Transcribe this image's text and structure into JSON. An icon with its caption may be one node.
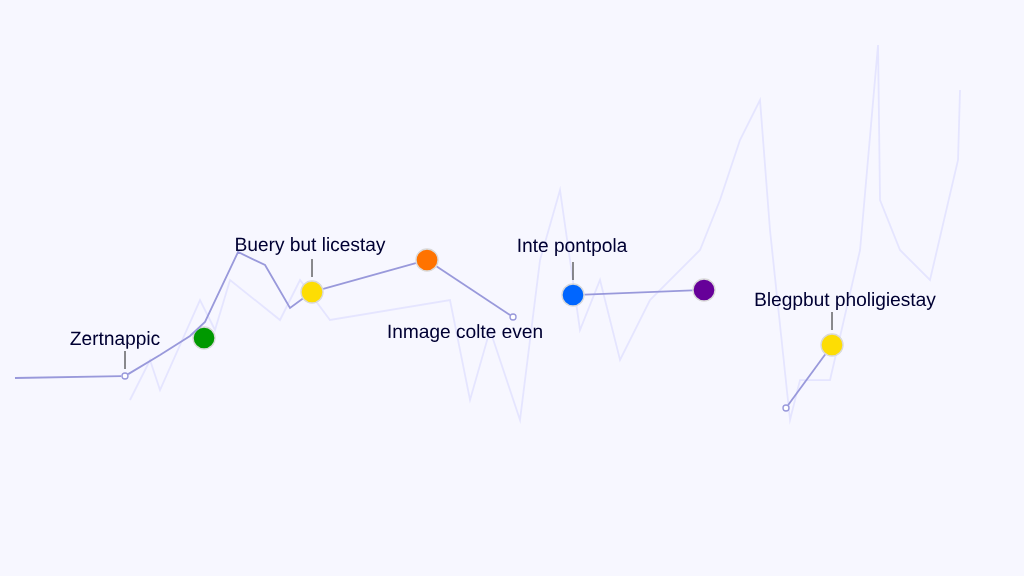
{
  "diagram": {
    "nodes": [
      {
        "text": [
          "Zertnappic"
        ]
      },
      {
        "text": [],
        "shape": "circle"
      },
      {
        "text": [],
        "shape": "circle"
      },
      {
        "text": [
          "Buery but licestay"
        ]
      },
      {
        "text": [],
        "shape": "circle"
      },
      {
        "text": [],
        "shape": "circle"
      },
      {
        "text": [],
        "shape": "circle"
      },
      {
        "text": [
          "Inte pontpola"
        ]
      },
      {
        "text": [],
        "shape": "circle"
      },
      {
        "text": [],
        "shape": "circle"
      },
      {
        "text": [
          "Blegpbut pholigiestay"
        ]
      },
      {
        "text": [],
        "shape": "circle"
      },
      {
        "text": [],
        "shape": "circle"
      }
    ],
    "edges": [
      {
        "from": null,
        "to": 1,
        "arrow": "none"
      },
      {
        "from": 1,
        "to": 4,
        "arrow": "none"
      },
      {
        "from": 4,
        "to": 5,
        "arrow": "none"
      },
      {
        "from": 5,
        "to": 6,
        "arrow": "none"
      },
      {
        "from": 8,
        "to": 9,
        "arrow": "none"
      },
      {
        "from": 11,
        "to": 12,
        "arrow": "none"
      },
      {
        "from": 0,
        "to": 1,
        "arrow": "none",
        "color": "#333333"
      },
      {
        "from": 3,
        "to": 4,
        "arrow": "none",
        "color": "#333333"
      },
      {
        "from": 7,
        "to": 8,
        "arrow": "none",
        "color": "#333333"
      },
      {
        "from": 10,
        "to": 12,
        "arrow": "none",
        "color": "#333333"
      }
    ],
    "labels": [
      "Inmage colte even"
    ]
  }
}
